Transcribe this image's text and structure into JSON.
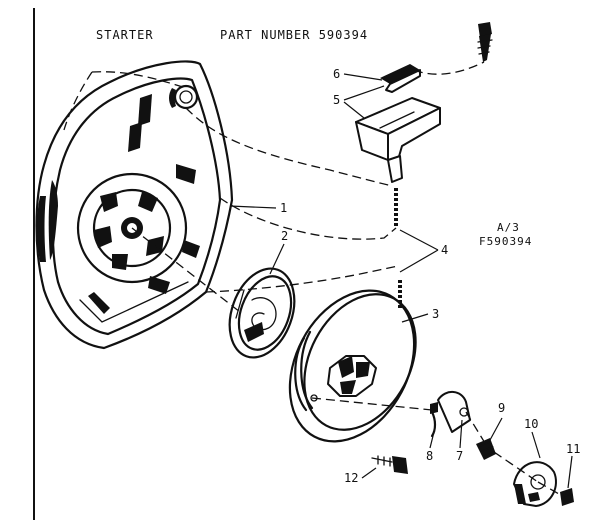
{
  "header": {
    "title": "STARTER",
    "part_number": "PART NUMBER 590394"
  },
  "reference": {
    "line1": "A/3",
    "line2": "F590394"
  },
  "callouts": [
    "1",
    "2",
    "3",
    "4",
    "5",
    "6",
    "7",
    "8",
    "9",
    "10",
    "11",
    "12"
  ]
}
